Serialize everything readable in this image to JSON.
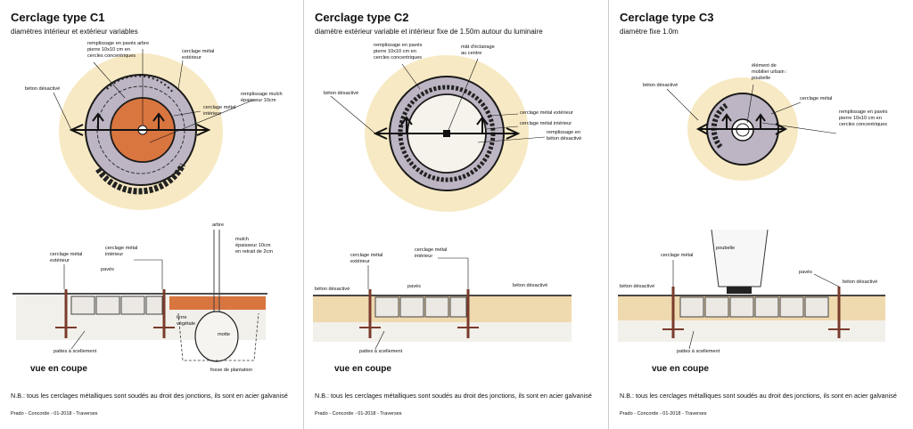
{
  "sheets": [
    {
      "title": "Cerclage type C1",
      "subtitle": "diamètres intérieur et extérieur variables",
      "plan_labels": {
        "remplissage": "remplissage en pavés\npierre 10x10 cm en\ncercles concentriques",
        "arbre": "arbre",
        "cerclage_ext": "cerclage métal\nextérieur",
        "beton": "béton désactivé",
        "cerclage_int": "cerclage métal\nintérieur",
        "mulch": "remplissage mulch\népaisseur 10cm"
      },
      "section_labels": {
        "cerclage_ext": "cerclage métal\nextérieur",
        "cerclage_int": "cerclage métal\nintérieur",
        "paves": "pavés",
        "arbre": "arbre",
        "mulch": "mulch\népaisseur 10cm\nen retrait de 2cm",
        "terre": "terre\nvégétale",
        "motte": "motte",
        "pattes": "pattes à scellement",
        "fosse": "fosse de plantation"
      },
      "vue": "vue en coupe",
      "note": "N.B.: tous les cerclages métalliques sont soudés au droit des jonctions, ils sont en acier galvanisé",
      "credit": "Prado - Concorde - 01-2018 - Traverses"
    },
    {
      "title": "Cerclage type C2",
      "subtitle": "diamètre extérieur variable et intérieur fixe de 1.50m autour du luminaire",
      "plan_labels": {
        "remplissage": "remplissage en pavés\npierre 10x10 cm en\ncercles concentriques",
        "mat": "mât d'éclairage\nau centre",
        "beton": "béton désactivé",
        "cerclage_ext": "cerclage métal extérieur",
        "cerclage_int": "cerclage métal intérieur",
        "remplissage_beton": "remplissage en\nbéton désactivé"
      },
      "section_labels": {
        "cerclage_ext": "cerclage métal\nextérieur",
        "cerclage_int": "cerclage métal\nintérieur",
        "paves": "pavés",
        "beton_left": "béton désactivé",
        "beton_right": "béton désactivé",
        "pattes": "pattes à scellement"
      },
      "vue": "vue en coupe",
      "note": "N.B.: tous les cerclages métalliques sont soudés au droit des jonctions, ils sont en acier galvanisé",
      "credit": "Prado - Concorde - 01-2018 - Traverses"
    },
    {
      "title": "Cerclage type C3",
      "subtitle": "diamètre fixe 1.0m",
      "plan_labels": {
        "element": "élément de\nmobilier urbain :\npoubelle",
        "beton": "béton désactivé",
        "cerclage": "cerclage métal",
        "remplissage": "remplissage en pavés\npierre 10x10 cm en\ncercles concentriques"
      },
      "section_labels": {
        "poubelle": "poubelle",
        "cerclage": "cerclage métal",
        "paves": "pavés",
        "beton_left": "béton désactivé",
        "beton_right": "béton désactivé",
        "pattes": "pattes à scellement"
      },
      "vue": "vue en coupe",
      "note": "N.B.: tous les cerclages métalliques sont soudés au droit des jonctions, ils sont en acier galvanisé",
      "credit": "Prado - Concorde - 01-2018 - Traverses"
    }
  ],
  "colors": {
    "ring_grey": "#bdb5c3",
    "mulch_orange": "#d9753f",
    "halo_yellow": "#f3dfaa",
    "concrete": "#efd9ae",
    "gravel": "#f2f0ea",
    "steel_red": "#7a3b2c",
    "ink": "#1a1a1a"
  }
}
